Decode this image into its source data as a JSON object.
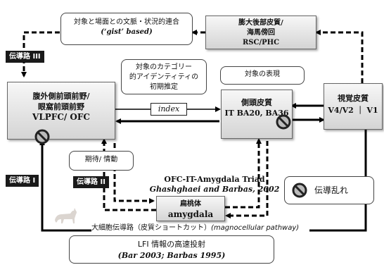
{
  "gist_box": {
    "line1": "対象と場面との文脈・状況的連合",
    "line2": "(‘gist’ based)"
  },
  "rsc_box": {
    "line1": "膨大後部皮質/",
    "line2": "海馬傍回",
    "line3": "RSC/PHC"
  },
  "category_box": {
    "line1": "対象のカテゴリー",
    "line2": "的アイデンティティの",
    "line3": "初期推定"
  },
  "repr_box": {
    "text": "対象の表現"
  },
  "pfc_box": {
    "line1": "腹外側前頭前野/",
    "line2": "眼窩前頭前野",
    "line3": "VLPFC/ OFC"
  },
  "temporal_box": {
    "line1": "側頭皮質",
    "line2": "IT BA20, BA36"
  },
  "visual_box": {
    "line1": "視覚皮質",
    "line2": "V4/V2 ｜ V1"
  },
  "index_label": "index",
  "expect_box": {
    "text": "期待/ 情動"
  },
  "triad": {
    "line1": "OFC-IT-Amygdala Triad",
    "line2": "Ghashghaei and Barbas, 2002"
  },
  "amygdala_box": {
    "line1": "扁桃体",
    "line2": "amygdala"
  },
  "legend": {
    "text": "伝導乱れ"
  },
  "pathways": {
    "p3": "伝導路 III",
    "p1": "伝導路 I",
    "p2": "伝導路 II"
  },
  "magno": {
    "jp": "大細胞伝導路（皮質ショートカット）",
    "en": "(magnocellular pathway)"
  },
  "lfi_box": {
    "line1": "LFI 情報の高速投射",
    "line2": "(Bar 2003; Barbas 1995)"
  },
  "icon": "no-entry-icon",
  "colors": {
    "label_bg": "#1a1a1a",
    "arrow": "#000000",
    "box_grad_top": "#f7f7f7",
    "box_grad_bottom": "#d4d4d4"
  }
}
